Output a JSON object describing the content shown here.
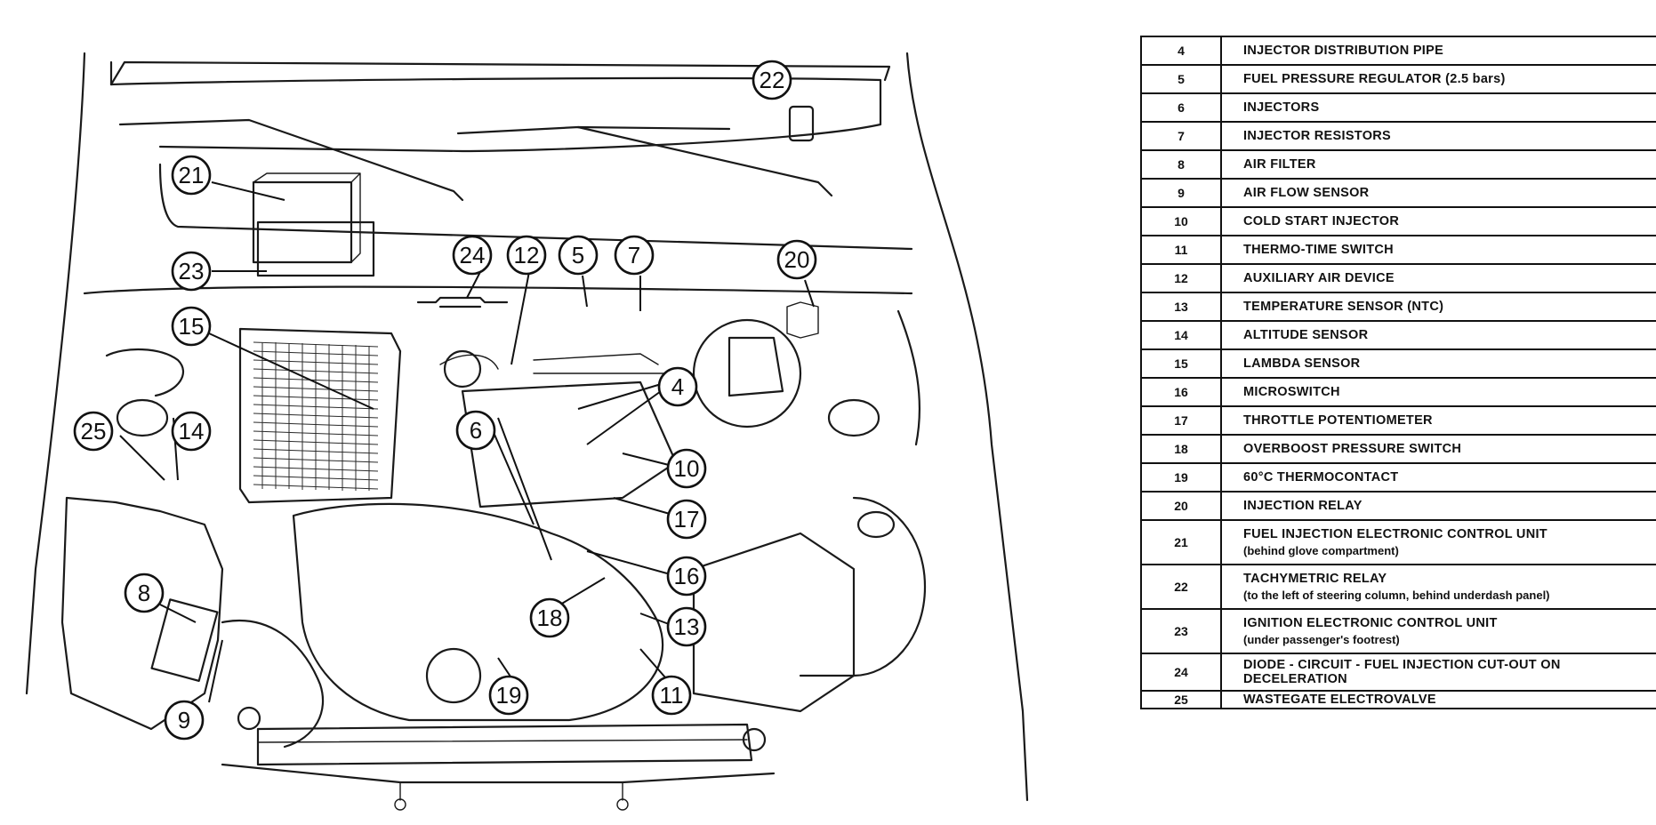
{
  "legend": [
    {
      "num": "4",
      "label": "INJECTOR DISTRIBUTION PIPE",
      "sub": ""
    },
    {
      "num": "5",
      "label": "FUEL PRESSURE REGULATOR (2.5 bars)",
      "sub": ""
    },
    {
      "num": "6",
      "label": "INJECTORS",
      "sub": ""
    },
    {
      "num": "7",
      "label": "INJECTOR RESISTORS",
      "sub": ""
    },
    {
      "num": "8",
      "label": "AIR FILTER",
      "sub": ""
    },
    {
      "num": "9",
      "label": "AIR FLOW SENSOR",
      "sub": ""
    },
    {
      "num": "10",
      "label": "COLD START INJECTOR",
      "sub": ""
    },
    {
      "num": "11",
      "label": "THERMO-TIME SWITCH",
      "sub": ""
    },
    {
      "num": "12",
      "label": "AUXILIARY AIR DEVICE",
      "sub": ""
    },
    {
      "num": "13",
      "label": "TEMPERATURE SENSOR (NTC)",
      "sub": ""
    },
    {
      "num": "14",
      "label": "ALTITUDE SENSOR",
      "sub": ""
    },
    {
      "num": "15",
      "label": "LAMBDA SENSOR",
      "sub": ""
    },
    {
      "num": "16",
      "label": "MICROSWITCH",
      "sub": ""
    },
    {
      "num": "17",
      "label": "THROTTLE POTENTIOMETER",
      "sub": ""
    },
    {
      "num": "18",
      "label": "OVERBOOST PRESSURE SWITCH",
      "sub": ""
    },
    {
      "num": "19",
      "label": "60°C THERMOCONTACT",
      "sub": ""
    },
    {
      "num": "20",
      "label": "INJECTION RELAY",
      "sub": ""
    },
    {
      "num": "21",
      "label": "FUEL INJECTION ELECTRONIC CONTROL UNIT",
      "sub": "(behind glove compartment)"
    },
    {
      "num": "22",
      "label": "TACHYMETRIC RELAY",
      "sub": "(to the left of steering column, behind underdash panel)"
    },
    {
      "num": "23",
      "label": "IGNITION ELECTRONIC CONTROL UNIT",
      "sub": "(under passenger's footrest)"
    },
    {
      "num": "24",
      "label": "DIODE - CIRCUIT - FUEL INJECTION CUT-OUT ON DECELERATION",
      "sub": ""
    },
    {
      "num": "25",
      "label": "WASTEGATE ELECTROVALVE",
      "sub": ""
    }
  ],
  "callouts": [
    "4",
    "5",
    "6",
    "7",
    "8",
    "9",
    "10",
    "11",
    "12",
    "13",
    "14",
    "15",
    "16",
    "17",
    "18",
    "19",
    "20",
    "21",
    "22",
    "23",
    "24",
    "25"
  ]
}
